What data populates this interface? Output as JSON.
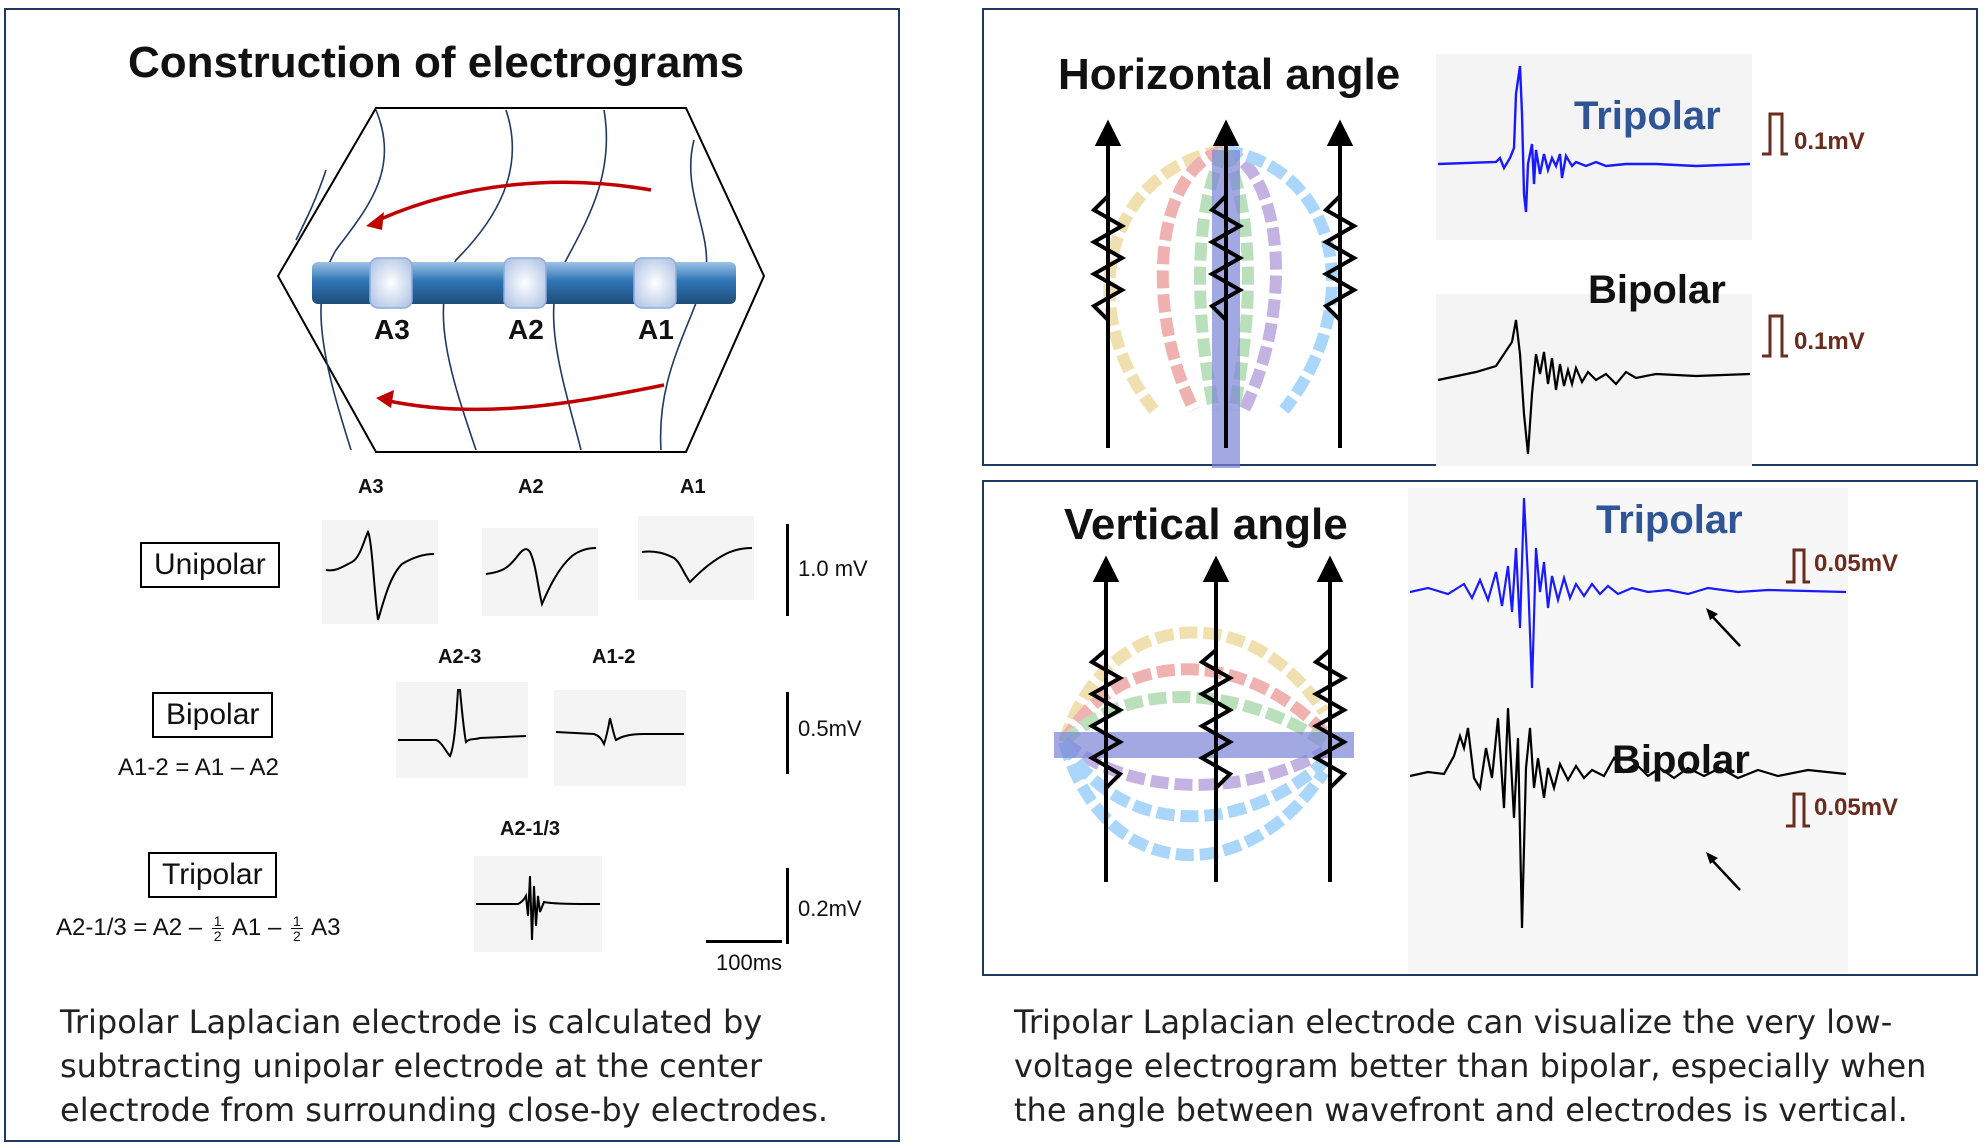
{
  "left_panel": {
    "title": "Construction of electrograms",
    "electrodes": [
      "A3",
      "A2",
      "A1"
    ],
    "unipolar": {
      "label": "Unipolar",
      "channels": [
        "A3",
        "A2",
        "A1"
      ],
      "scale": "1.0 mV"
    },
    "bipolar": {
      "label": "Bipolar",
      "formula": "A1-2 = A1 – A2",
      "channels": [
        "A2-3",
        "A1-2"
      ],
      "scale": "0.5mV"
    },
    "tripolar": {
      "label": "Tripolar",
      "formula_lhs": "A2-1/3 = A2 –",
      "formula_mid": "A1 –",
      "formula_end": "A3",
      "frac_num": "1",
      "frac_den": "2",
      "channels": [
        "A2-1/3"
      ],
      "scale": "0.2mV",
      "time_scale": "100ms"
    },
    "caption": "Tripolar Laplacian electrode is calculated by subtracting unipolar electrode at the center electrode from surrounding close-by electrodes."
  },
  "right_top": {
    "title": "Horizontal angle",
    "tripolar_label": "Tripolar",
    "tripolar_scale": "0.1mV",
    "bipolar_label": "Bipolar",
    "bipolar_scale": "0.1mV"
  },
  "right_bottom": {
    "title": "Vertical angle",
    "tripolar_label": "Tripolar",
    "tripolar_scale": "0.05mV",
    "bipolar_label": "Bipolar",
    "bipolar_scale": "0.05mV"
  },
  "bottom_caption": "Tripolar Laplacian electrode can visualize the very low-voltage electrogram better than bipolar, especially when the angle between wavefront and electrodes is vertical.",
  "colors": {
    "panel_border": "#1f3864",
    "tripolar_trace": "#1a1aff",
    "tripolar_label": "#2f5597",
    "bipolar_trace": "#000000",
    "arrow_red": "#c00000",
    "scale_brown": "#6b2c1e",
    "catheter_blue": "#2e75b6"
  }
}
